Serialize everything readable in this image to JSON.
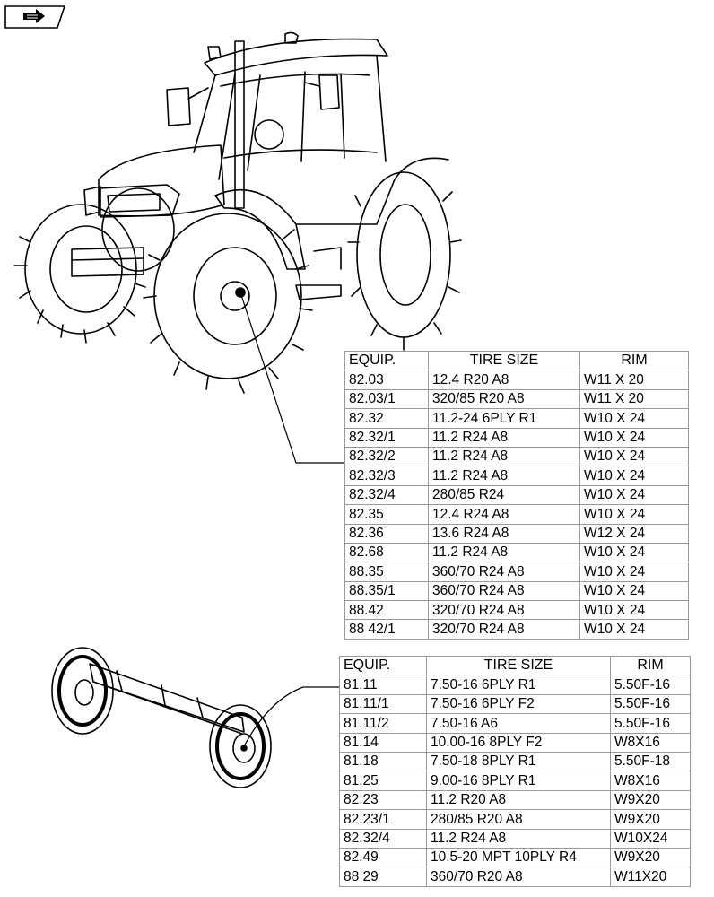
{
  "rear_tires": {
    "headers": [
      "EQUIP.",
      "TIRE SIZE",
      "RIM"
    ],
    "rows": [
      [
        "82.03",
        "12.4 R20 A8",
        "W11 X 20"
      ],
      [
        "82.03/1",
        "320/85 R20 A8",
        "W11 X 20"
      ],
      [
        "82.32",
        "11.2-24 6PLY R1",
        "W10 X 24"
      ],
      [
        "82.32/1",
        "11.2 R24 A8",
        "W10 X 24"
      ],
      [
        "82.32/2",
        "11.2 R24 A8",
        "W10 X 24"
      ],
      [
        "82.32/3",
        "11.2 R24 A8",
        "W10 X 24"
      ],
      [
        "82.32/4",
        "280/85 R24",
        "W10 X 24"
      ],
      [
        "82.35",
        "12.4 R24 A8",
        "W10 X 24"
      ],
      [
        "82.36",
        "13.6 R24 A8",
        "W12 X 24"
      ],
      [
        "82.68",
        "11.2 R24 A8",
        "W10 X 24"
      ],
      [
        "88.35",
        "360/70 R24 A8",
        "W10 X 24"
      ],
      [
        "88.35/1",
        "360/70 R24 A8",
        "W10 X 24"
      ],
      [
        "88.42",
        "320/70 R24 A8",
        "W10 X 24"
      ],
      [
        "88 42/1",
        "320/70 R24 A8",
        "W10 X 24"
      ]
    ]
  },
  "front_tires": {
    "headers": [
      "EQUIP.",
      "TIRE SIZE",
      "RIM"
    ],
    "rows": [
      [
        "81.11",
        "7.50-16 6PLY R1",
        "5.50F-16"
      ],
      [
        "81.11/1",
        "7.50-16 6PLY F2",
        "5.50F-16"
      ],
      [
        "81.11/2",
        "7.50-16 A6",
        "5.50F-16"
      ],
      [
        "81.14",
        "10.00-16 8PLY F2",
        "W8X16"
      ],
      [
        "81.18",
        "7.50-18 8PLY R1",
        "5.50F-18"
      ],
      [
        "81.25",
        "9.00-16 8PLY R1",
        "W8X16"
      ],
      [
        "82.23",
        "11.2 R20 A8",
        "W9X20"
      ],
      [
        "82.23/1",
        "280/85 R20 A8",
        "W9X20"
      ],
      [
        "82.32/4",
        "11.2 R24 A8",
        "W10X24"
      ],
      [
        "82.49",
        "10.5-20 MPT 10PLY R4",
        "W9X20"
      ],
      [
        "88 29",
        "360/70 R20 A8",
        "W11X20"
      ]
    ]
  },
  "icons": {
    "nav": "forward-page-icon",
    "tractor": "tractor-illustration",
    "axle": "front-axle-illustration"
  }
}
